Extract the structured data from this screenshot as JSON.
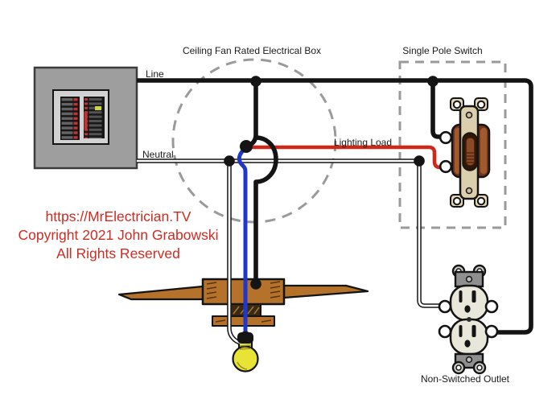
{
  "diagram": {
    "title_labels": {
      "ceiling_box": "Ceiling Fan Rated Electrical Box",
      "switch_box": "Single Pole Switch",
      "outlet": "Non-Switched Outlet"
    },
    "wire_labels": {
      "line": "Line",
      "neutral": "Neutral",
      "lighting_load": "Lighting Load"
    },
    "watermark": {
      "line1": "https://MrElectrician.TV",
      "line2": "Copyright 2021 John Grabowski",
      "line3": "All Rights Reserved",
      "color": "#cf2b22"
    },
    "colors": {
      "hot_wire": "#141414",
      "neutral_wire": "#ffffff",
      "lighting_load_wire": "#d02818",
      "light_kit_wire": "#2038c8",
      "wood": "#b5722a",
      "panel_gray": "#9e9e9e",
      "device_cream": "#e9e6da",
      "bulb_yellow": "#e8e335"
    },
    "components": {
      "panel": "main-electrical-panel",
      "fan": "ceiling-fan-with-light",
      "switch": "single-pole-toggle-switch",
      "outlet": "duplex-receptacle"
    }
  }
}
